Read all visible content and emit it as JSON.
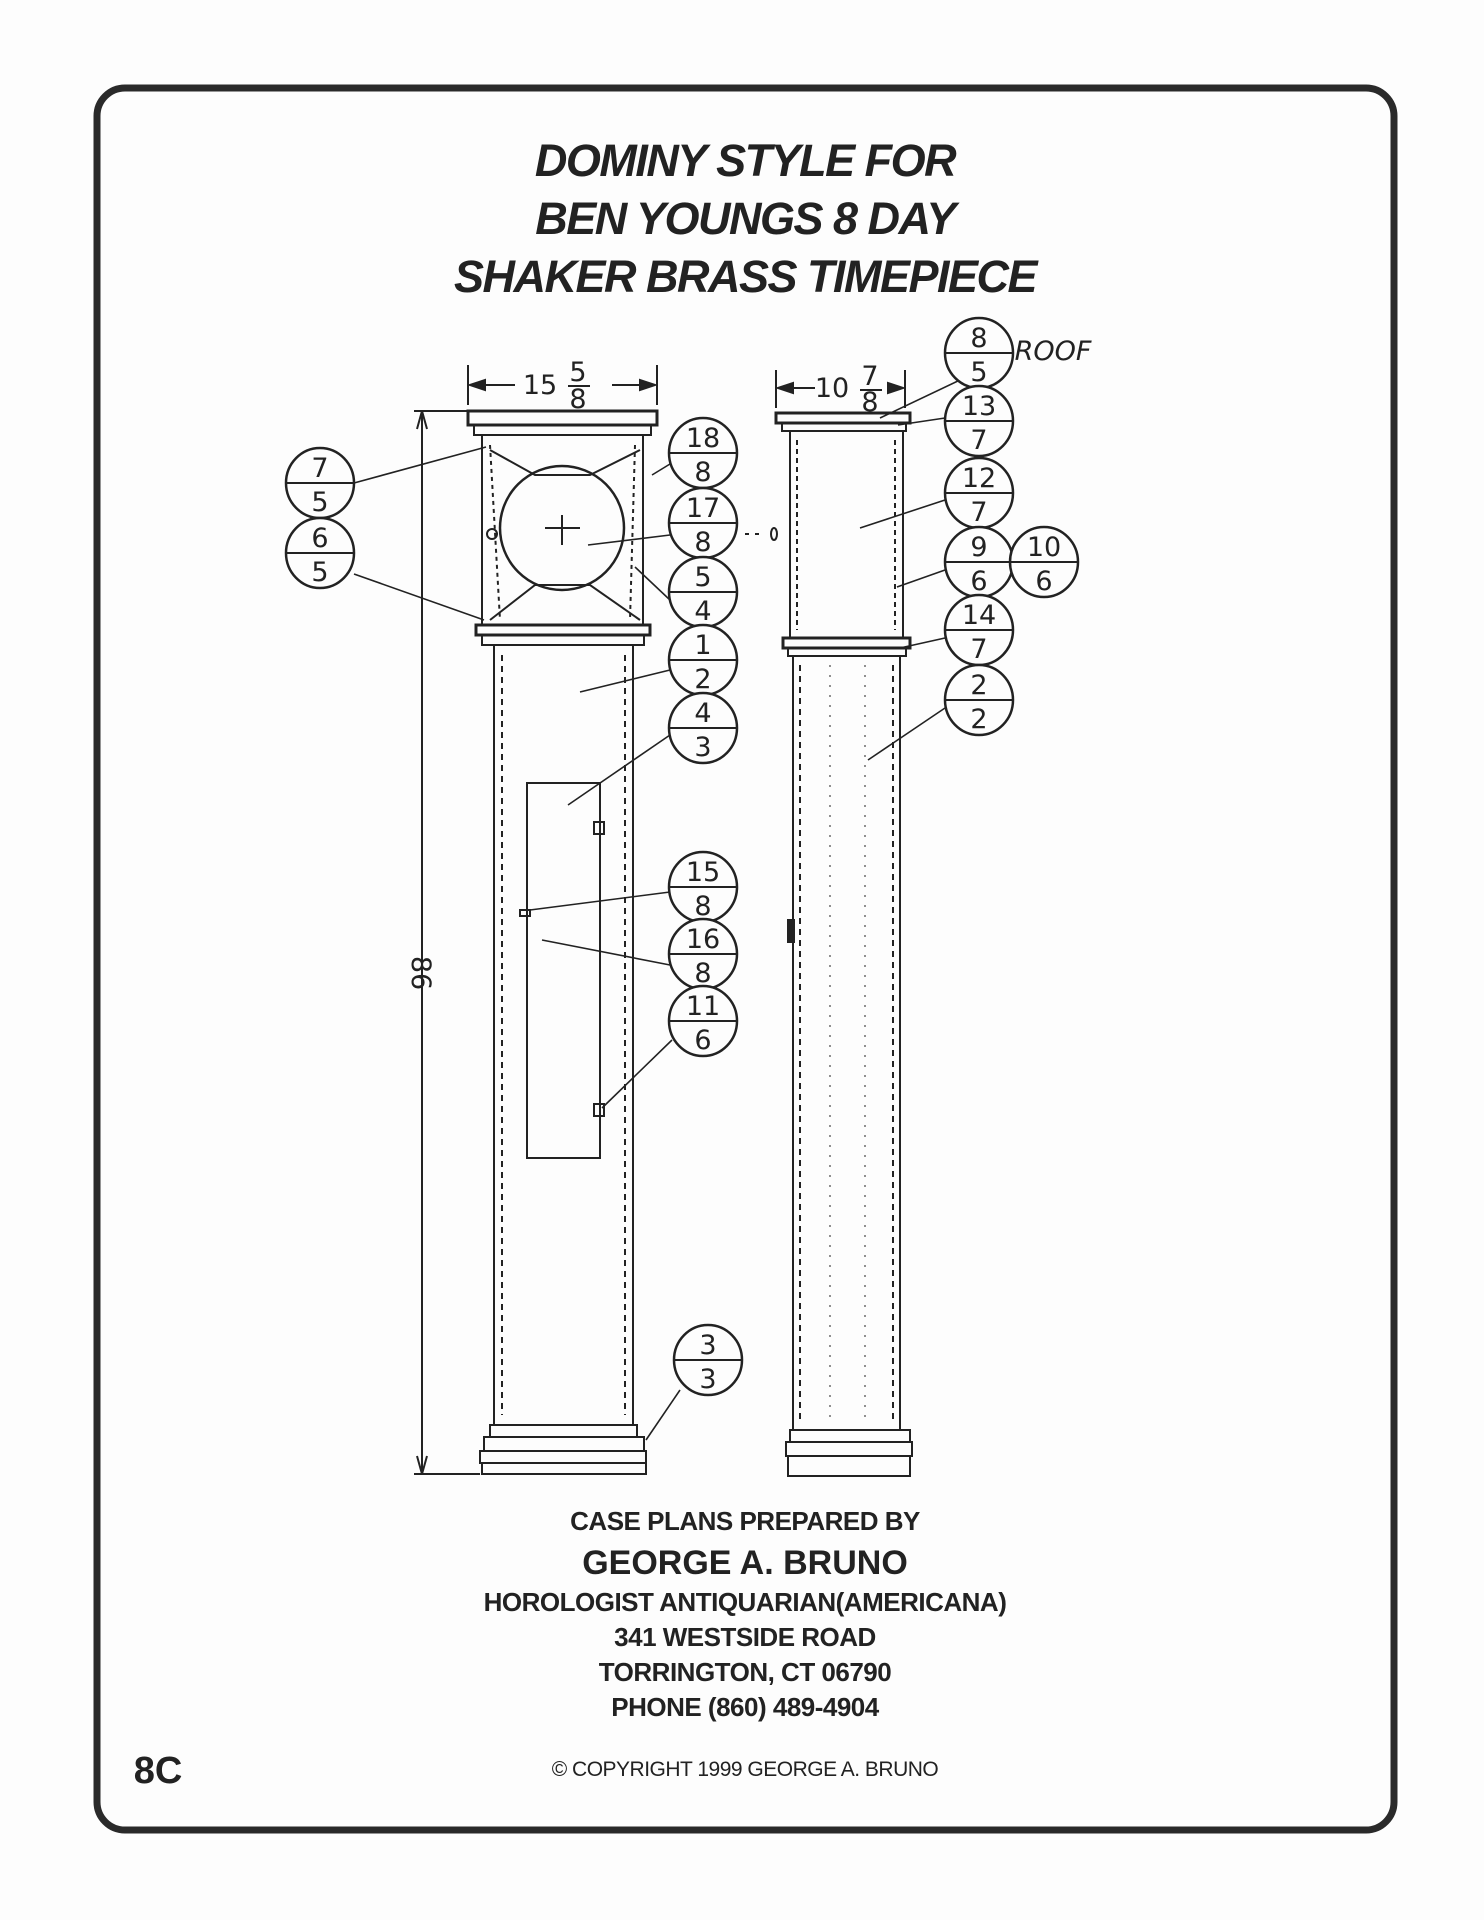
{
  "title": {
    "line1": "DOMINY STYLE FOR",
    "line2": "BEN YOUNGS 8 DAY",
    "line3": "SHAKER BRASS TIMEPIECE"
  },
  "dimensions": {
    "front_width_whole": "15",
    "front_width_num": "5",
    "front_width_den": "8",
    "side_width_whole": "10",
    "side_width_num": "7",
    "side_width_den": "8",
    "height": "86",
    "roof_label": "ROOF"
  },
  "part_callouts": [
    {
      "num": "7",
      "den": "5"
    },
    {
      "num": "6",
      "den": "5"
    },
    {
      "num": "18",
      "den": "8"
    },
    {
      "num": "17",
      "den": "8"
    },
    {
      "num": "5",
      "den": "4"
    },
    {
      "num": "1",
      "den": "2"
    },
    {
      "num": "4",
      "den": "3"
    },
    {
      "num": "15",
      "den": "8"
    },
    {
      "num": "16",
      "den": "8"
    },
    {
      "num": "11",
      "den": "6"
    },
    {
      "num": "3",
      "den": "3"
    },
    {
      "num": "8",
      "den": "5"
    },
    {
      "num": "13",
      "den": "7"
    },
    {
      "num": "12",
      "den": "7"
    },
    {
      "num": "9",
      "den": "6"
    },
    {
      "num": "10",
      "den": "6"
    },
    {
      "num": "14",
      "den": "7"
    },
    {
      "num": "2",
      "den": "2"
    }
  ],
  "credits": {
    "prepared_by": "CASE PLANS PREPARED BY",
    "name": "GEORGE A. BRUNO",
    "profession": "HOROLOGIST ANTIQUARIAN(AMERICANA)",
    "address": "341 WESTSIDE ROAD",
    "city": "TORRINGTON, CT 06790",
    "phone": "PHONE (860) 489-4904"
  },
  "page_number": "8C",
  "copyright": "© COPYRIGHT 1999  GEORGE A. BRUNO"
}
